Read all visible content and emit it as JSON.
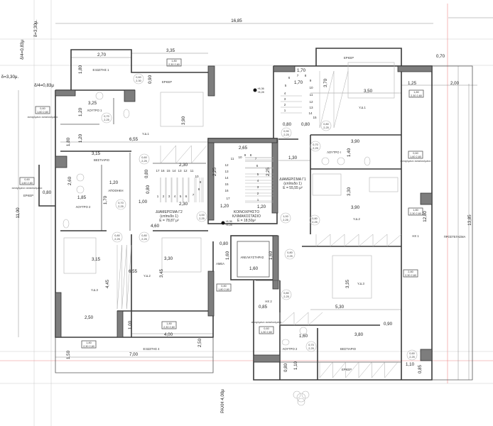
{
  "plan": {
    "apartments": [
      {
        "name": "ΔΙΑΜΕΡΙΣΜΑ Γ2",
        "level": "(επίπεδο 1)",
        "area": "Ε = 78,87 μ²"
      },
      {
        "name": "ΔΙΑΜΕΡΙΣΜΑ Γ1",
        "level": "(επίπεδο 1)",
        "area": "Ε = 55,55 μ²"
      },
      {
        "name": "ΚΟΙΝΟΧΡΗΣΤΟ",
        "level": "ΚΛΙΜΑΚΟΣΤΑΣΙΟ",
        "area": "Ε = 18,50μ²"
      }
    ],
    "rooms": [
      "ΕΞΩΣΤΗΣ 1",
      "ΕΡΚΕΡ",
      "ΛΟΥΤΡΟ 1",
      "Υ.Δ.1",
      "ΒΕΣΤΙΑΡΙΟ",
      "ΑΠΟΘΗΚΗ",
      "ΛΟΥΤΡΟ 2",
      "ΕΡΚΕΡ",
      "Υ.Δ.2",
      "Υ.Δ.3",
      "ΕΞΩΣΤΗΣ 4",
      "ΕΡΚΕΡ",
      "Υ.Δ.1",
      "ΛΟΥΤΡΟ Ι",
      "Υ.Δ.2",
      "ΗΧ 1",
      "ΠΡΟΣΤΕΓΑΣΜΑ",
      "ΑΝΕΛΚΥΣΤΗΡΑΣ",
      "ΑΜΕΑ",
      "Υ.Δ.3",
      "ΗΧ 2",
      "ΛΟΥΤΡΟ 2",
      "ΒΕΣΤΙΑΡΙΟ",
      "ΕΡΚΕΡ"
    ],
    "dimensions": [
      "16,85",
      "δ=3,30μ.",
      "δ/4=0,83μ",
      "δ=3,30μ.",
      "δ/4=0,83μ",
      "2,70",
      "3,35",
      "1,80",
      "0,90",
      "3,25",
      "1,20",
      "3,90",
      "6,55",
      "1,80",
      "1,20",
      "3,15",
      "2,30",
      "1,20",
      "1,85",
      "0,80",
      "2,60",
      "1,70",
      "1,00",
      "2,30",
      "0,80",
      "0,80",
      "11,00",
      "4,60",
      "3,15",
      "3,30",
      "6,55",
      "3,45",
      "4,45",
      "2,50",
      "1,00",
      "4,00",
      "7,00",
      "1,50",
      "2,50",
      "ΡΑΧΗ 4,00μ",
      "2,65",
      "2,25",
      "2,25",
      "1,20",
      "1,20",
      "1,30",
      "0,80",
      "1,60",
      "1,60",
      "1,60",
      "0,70",
      "1,70",
      "1,70",
      "3,70",
      "3,50",
      "1,25",
      "2,00",
      "0,80",
      "0,80",
      "3,90",
      "1,40",
      "3,30",
      "3,90",
      "12,80",
      "13,85",
      "3,35",
      "0,85",
      "5,30",
      "0,90",
      "1,60",
      "3,80",
      "1,10",
      "0,80",
      "1,10",
      "0,85"
    ],
    "window_tags": [
      [
        "1,80",
        "2,30 2,60"
      ],
      [
        "0,60",
        "1,60 2,60"
      ],
      [
        "0,60",
        "1,60 2,60"
      ],
      [
        "1,80",
        "2,30 2,60"
      ],
      [
        "1,80",
        "2,30 2,60"
      ],
      [
        "0,80",
        "1,80 2,60"
      ],
      [
        "1,80",
        "2,30 2,60"
      ],
      [
        "0,60",
        "1,60 2,60"
      ],
      [
        "1,80",
        "2,30 2,60"
      ],
      [
        "2,80",
        "2,30 2,60"
      ],
      [
        "0,60",
        "1,30 2,60"
      ]
    ],
    "window_notes": [
      "ανοιγόμενο ανακλινόμενο",
      "ανοιγόμενο ανακλινόμενο",
      "ανοιγόμενο ανακλινόμενο",
      "ανοιγόμενο ανακλινόμενο"
    ],
    "door_tags": [
      [
        "0,60",
        "2,30"
      ],
      [
        "0,70",
        "2,25"
      ],
      [
        "0,60",
        "2,25"
      ],
      [
        "0,70",
        "2,25"
      ],
      [
        "0,80",
        "2,25"
      ],
      [
        "0,80",
        "2,25"
      ],
      [
        "1,00",
        "2,25"
      ],
      [
        "1,00",
        "2,25"
      ],
      [
        "0,90",
        "2,25"
      ],
      [
        "0,80",
        "2,25"
      ],
      [
        "0,70",
        "2,25"
      ],
      [
        "0,80",
        "2,25"
      ],
      [
        "0,80",
        "2,25"
      ],
      [
        "0,80",
        "2,25"
      ],
      [
        "0,70",
        "2,25"
      ],
      [
        "0,60",
        "2,25"
      ]
    ],
    "levels": [
      [
        "+8,36",
        "+8,28"
      ],
      [
        "+8,36",
        "+8,28"
      ]
    ],
    "stair_steps": {
      "central": [
        "1",
        "2",
        "3",
        "4",
        "5",
        "6",
        "7",
        "8",
        "9",
        "10",
        "11",
        "12",
        "13",
        "14",
        "15",
        "16",
        "17"
      ],
      "left": [
        "1",
        "2",
        "3",
        "4",
        "5",
        "6",
        "7",
        "8",
        "9",
        "10",
        "11",
        "12",
        "13",
        "14",
        "15",
        "16",
        "17"
      ],
      "right": [
        "1",
        "2",
        "3",
        "4",
        "5",
        "6",
        "7",
        "8",
        "9",
        "10",
        "11",
        "12",
        "13",
        "14",
        "15"
      ]
    }
  }
}
